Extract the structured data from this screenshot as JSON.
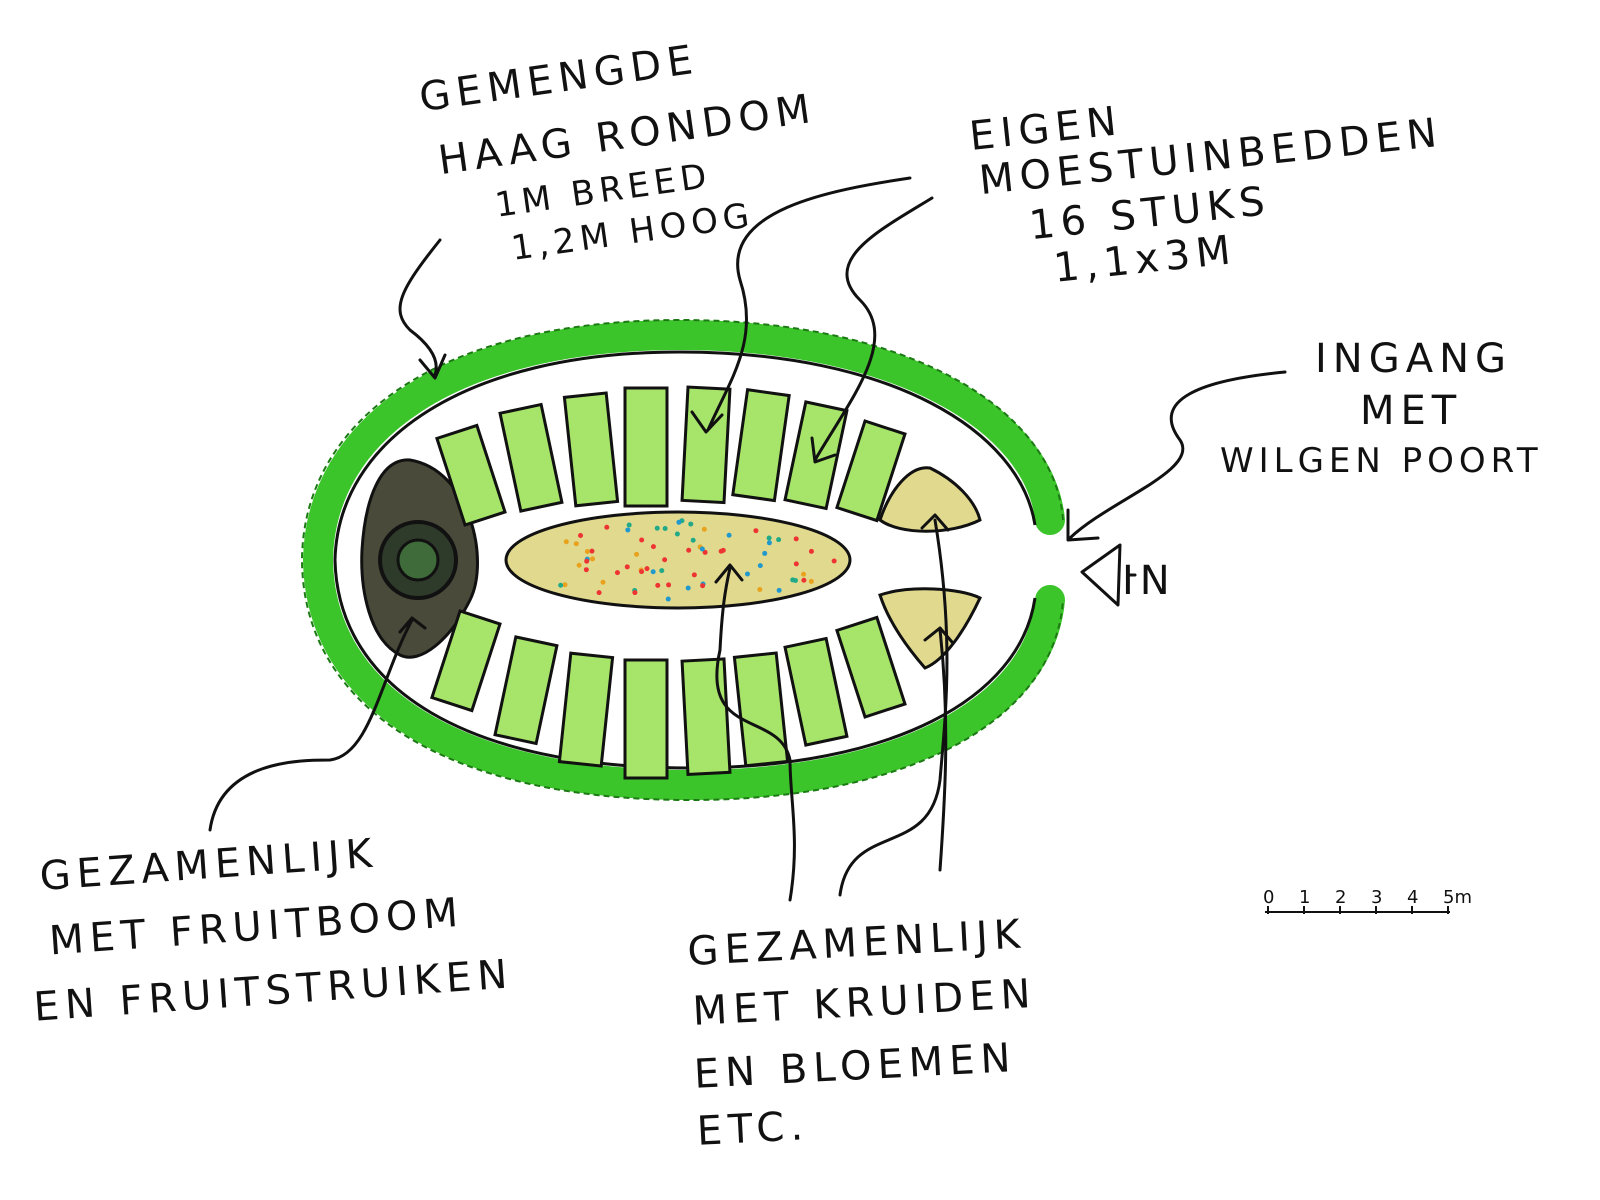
{
  "labels": {
    "hedge": [
      "GEMENGDE",
      "HAAG RONDOM",
      "1M BREED",
      "1,2M HOOG"
    ],
    "beds": [
      "EIGEN",
      "MOESTUINBEDDEN",
      "16 STUKS",
      "1,1x3M"
    ],
    "entrance": [
      "INGANG",
      "MET",
      "WILGEN POORT"
    ],
    "entrance_marker": "IN",
    "fruit": [
      "GEZAMENLIJK",
      "MET FRUITBOOM",
      "EN FRUITSTRUIKEN"
    ],
    "herbs": [
      "GEZAMENLIJK",
      "MET KRUIDEN",
      "EN BLOEMEN",
      "ETC."
    ]
  },
  "scale": {
    "ticks": [
      "0",
      "1",
      "2",
      "3",
      "4",
      "5m"
    ]
  },
  "colors": {
    "hedge": "#3cc52a",
    "bed": "#a6e46a",
    "fruit": "#4a4a3a",
    "herbs": "#e0d98e",
    "ink": "#111111"
  }
}
